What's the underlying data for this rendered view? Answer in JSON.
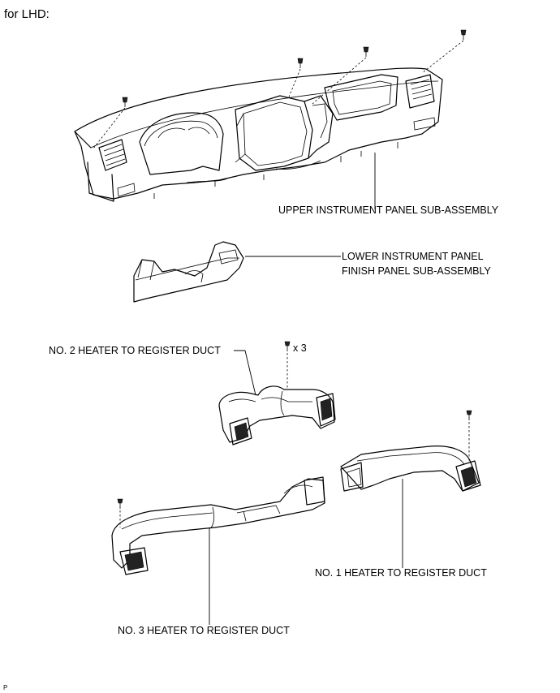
{
  "header": {
    "title": "for LHD:"
  },
  "labels": {
    "upper_panel": "UPPER INSTRUMENT PANEL SUB-ASSEMBLY",
    "lower_panel_line1": "LOWER INSTRUMENT PANEL",
    "lower_panel_line2": "FINISH PANEL SUB-ASSEMBLY",
    "duct_no2": "NO. 2 HEATER TO REGISTER DUCT",
    "duct_no2_qty": "x 3",
    "duct_no1": "NO. 1 HEATER TO REGISTER DUCT",
    "duct_no3": "NO. 3 HEATER TO REGISTER DUCT"
  },
  "footer": {
    "code": "P"
  }
}
